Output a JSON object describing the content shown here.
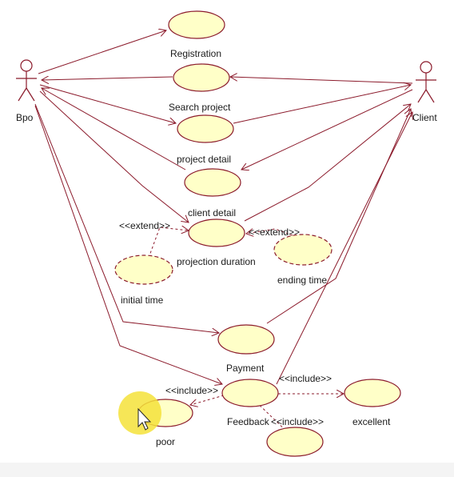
{
  "actors": {
    "left": "Bpo",
    "right": "Client"
  },
  "use_cases": {
    "registration": "Registration",
    "search_project": "Search project",
    "project_detail": "project detail",
    "client_detail": "client detail",
    "projection_duration": "projection duration",
    "initial_time": "initial time",
    "ending_time": "ending time",
    "payment": "Payment",
    "feedback": "Feedback",
    "poor": "poor",
    "excellent": "excellent"
  },
  "stereotypes": {
    "extend_left": "<<extend>>",
    "extend_right": "<<extend>>",
    "include_poor": "<<include>>",
    "include_excellent": "<<include>>",
    "include_bottom": "<<include>>"
  },
  "colors": {
    "usecase_fill": "#ffffc8",
    "line": "#8b1a2b",
    "cursor_highlight": "#f5e23a"
  },
  "cursor_icon": "mouse-pointer-icon"
}
